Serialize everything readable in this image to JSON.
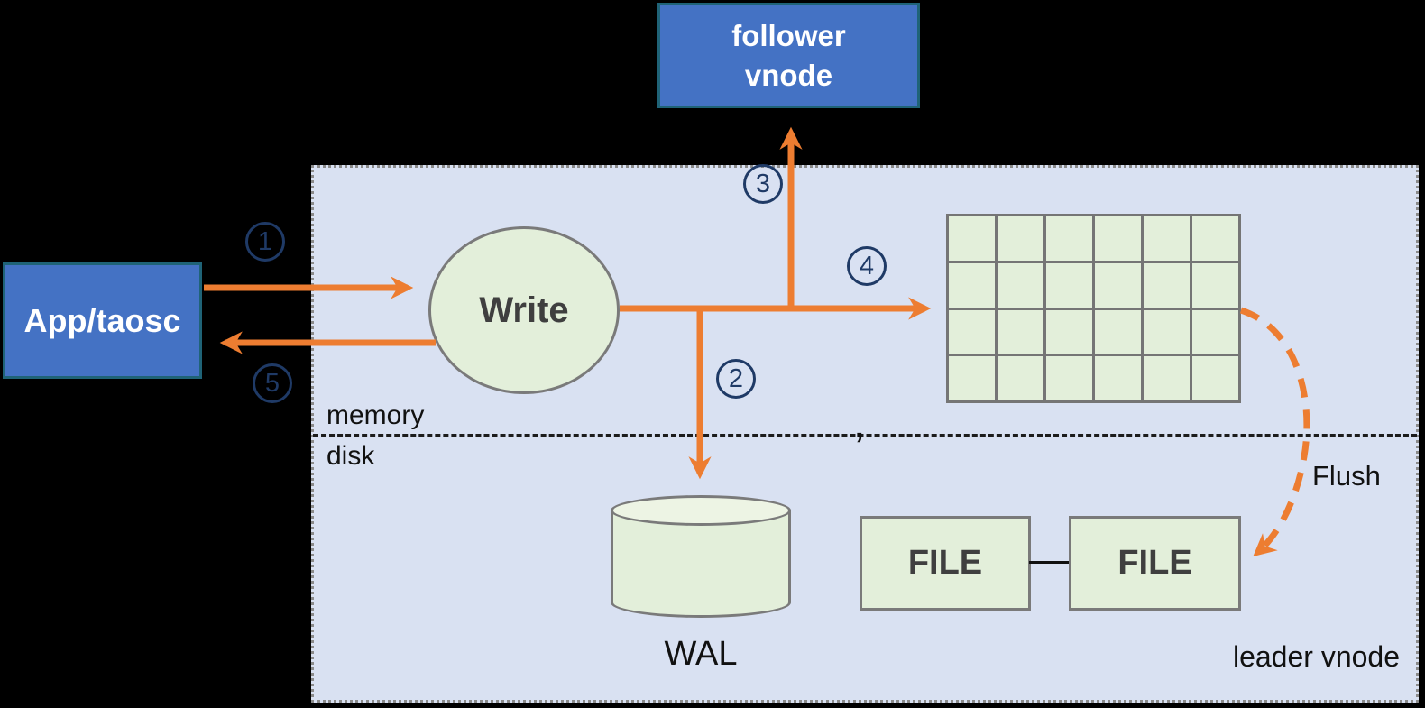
{
  "colors": {
    "orange": "#ED7D31",
    "navy": "#1F3A66",
    "box_blue": "#4472C4",
    "box_blue_border": "#1F6377",
    "green_fill": "#E3EFDA",
    "green_border": "#7A7A7A",
    "panel_bg": "#D9E1F2",
    "background": "#000000",
    "text_dark": "#3F3F3F"
  },
  "nodes": {
    "app": {
      "label": "App/taosc"
    },
    "follower": {
      "label": "follower\nvnode"
    },
    "write": {
      "label": "Write"
    },
    "wal": {
      "label": "WAL"
    },
    "file1": {
      "label": "FILE"
    },
    "file2": {
      "label": "FILE"
    }
  },
  "panel": {
    "memory_label": "memory",
    "disk_label": "disk",
    "leader_label": "leader vnode",
    "stray_mark": ","
  },
  "flow": {
    "flush_label": "Flush"
  },
  "steps": [
    {
      "n": "1"
    },
    {
      "n": "2"
    },
    {
      "n": "3"
    },
    {
      "n": "4"
    },
    {
      "n": "5"
    }
  ],
  "grid": {
    "rows": 4,
    "cols": 6
  }
}
